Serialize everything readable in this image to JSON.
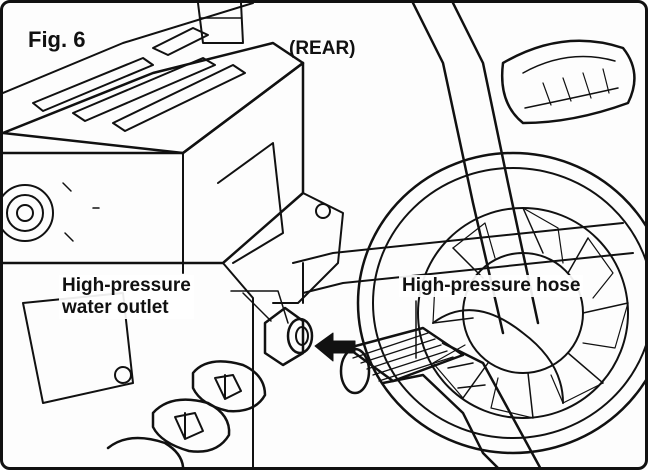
{
  "figure": {
    "fig_label": "Fig. 6",
    "view_label": "(REAR)",
    "callouts": {
      "outlet_line1": "High-pressure",
      "outlet_line2": "water outlet",
      "hose": "High-pressure hose"
    }
  },
  "colors": {
    "line": "#111111",
    "background": "#ffffff",
    "shading": "#d8d8d8"
  }
}
